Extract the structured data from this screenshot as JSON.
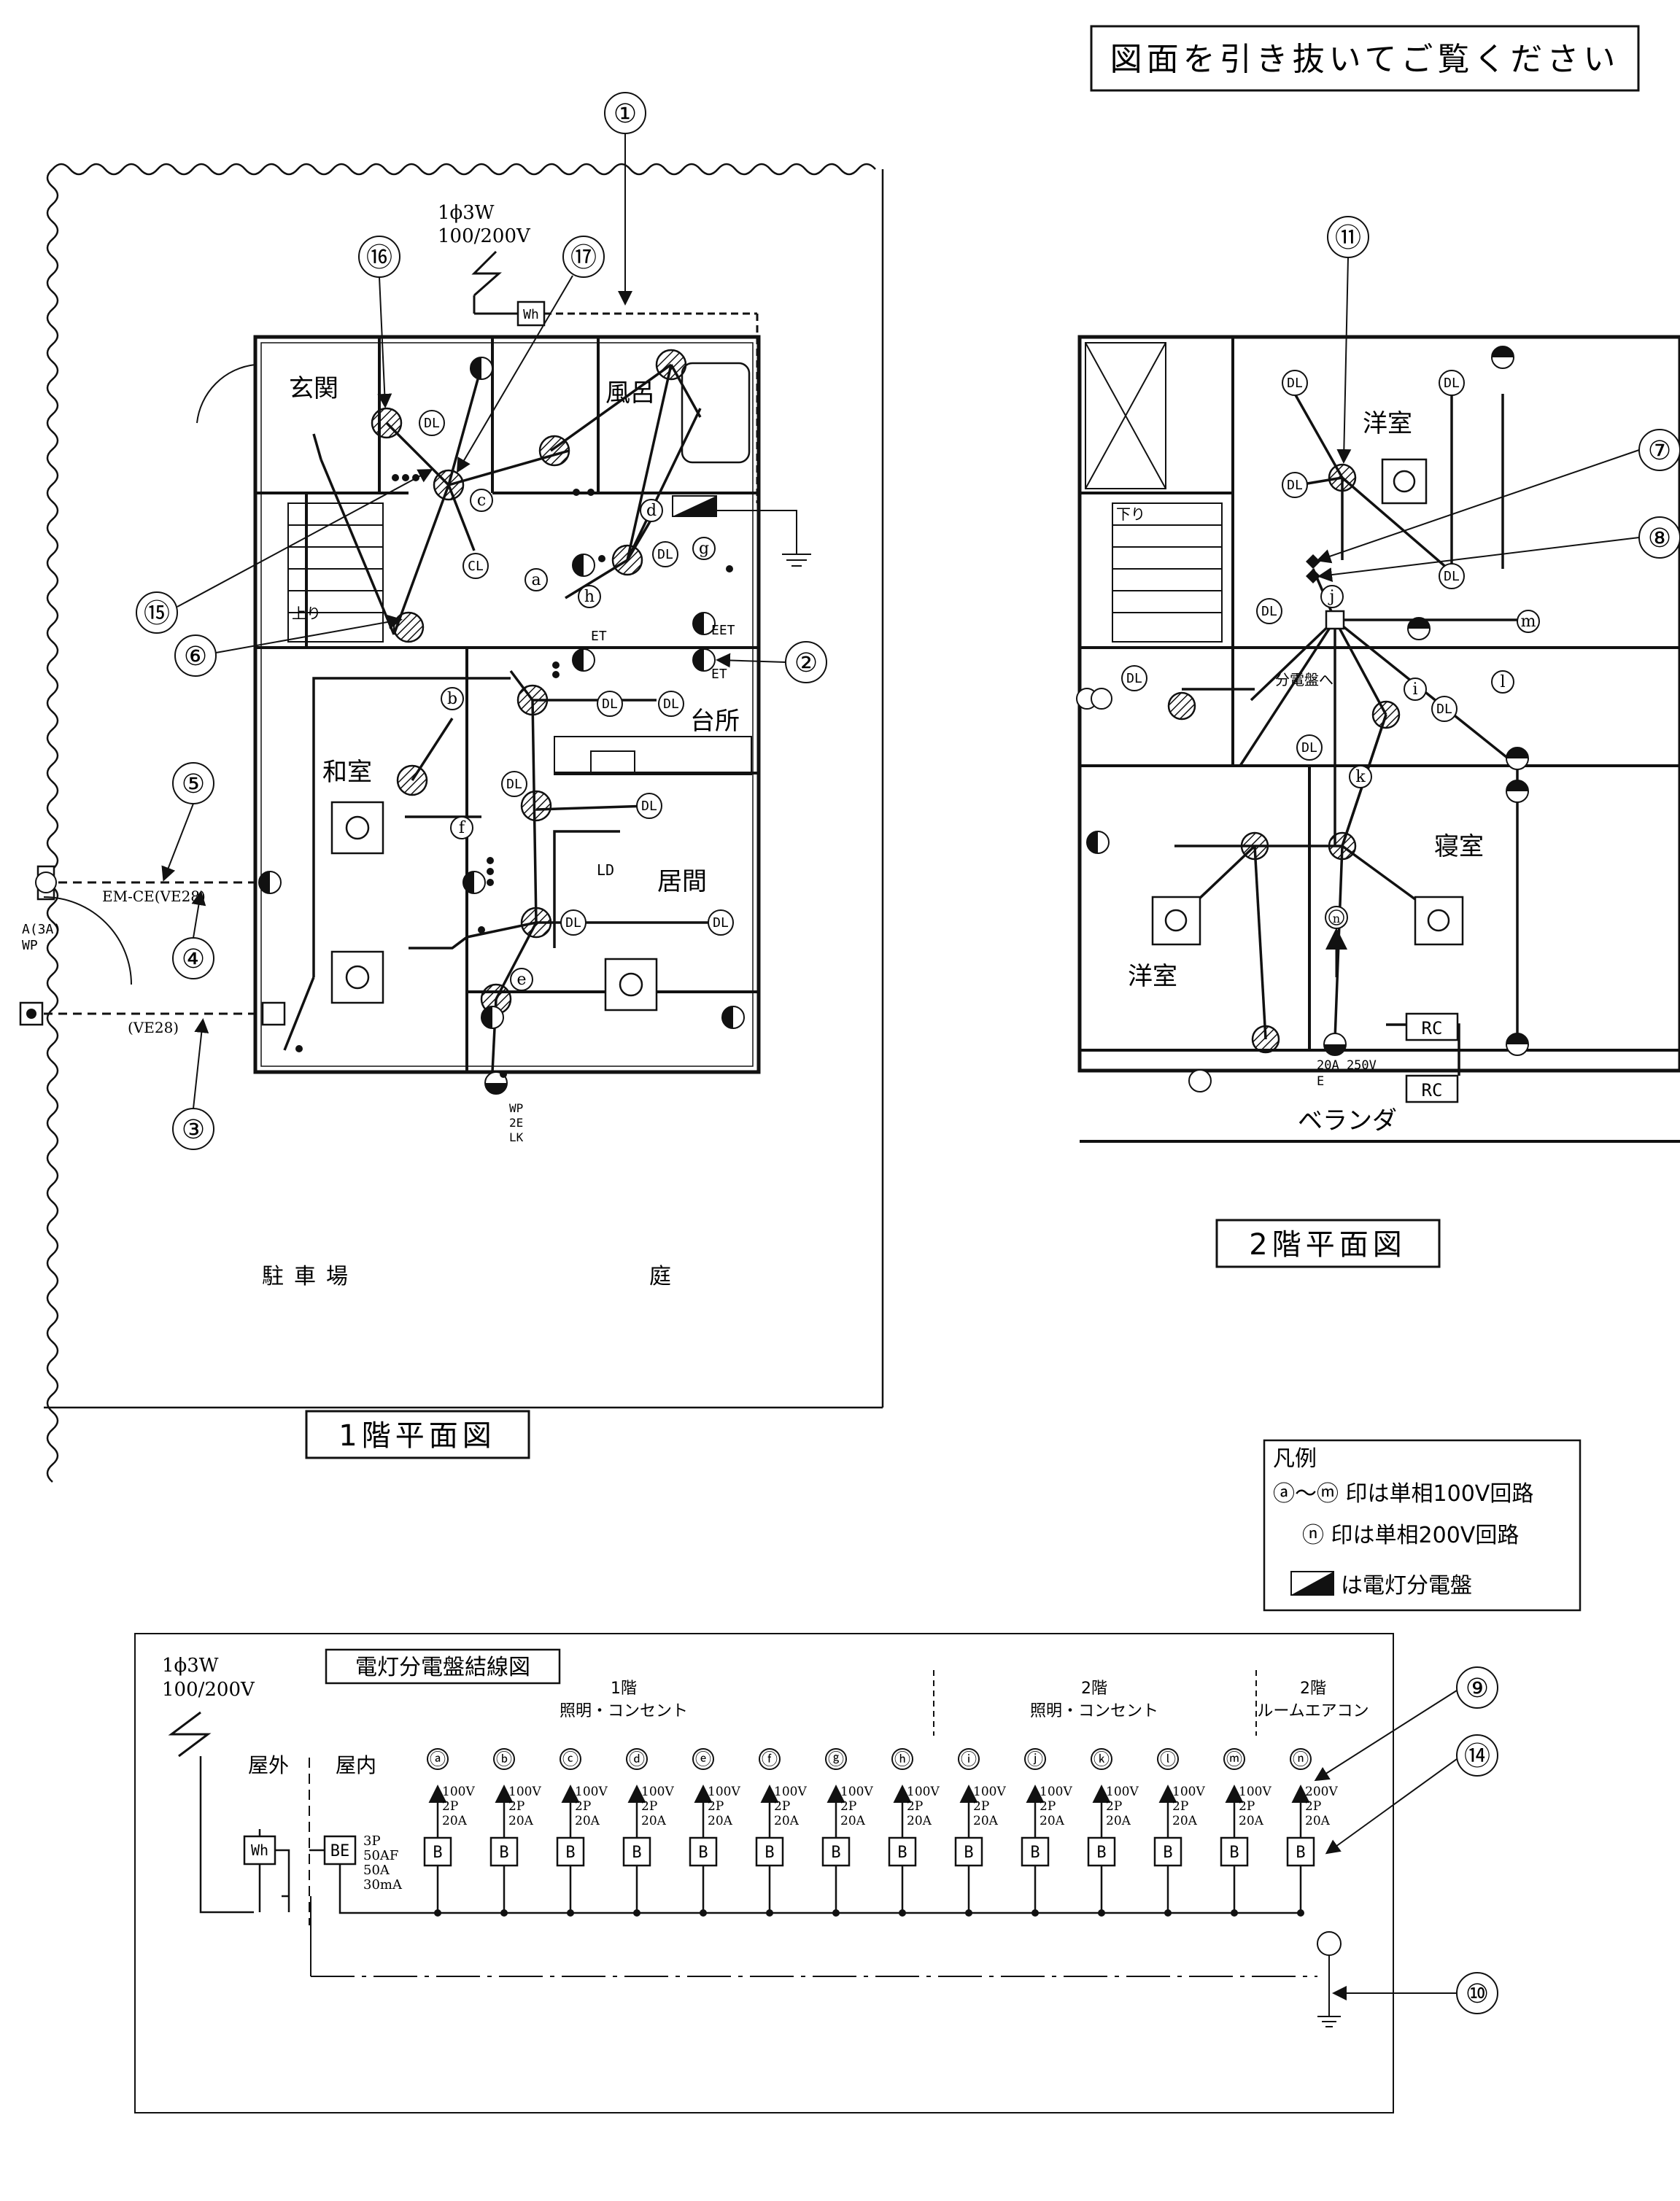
{
  "header": {
    "instruction": "図面を引き抜いてご覧ください"
  },
  "floor1": {
    "title": "1階平面図",
    "supply": {
      "phase": "1ϕ3W",
      "voltage": "100/200V"
    },
    "rooms": {
      "genkan": "玄関",
      "furo": "風呂",
      "washitsu": "和室",
      "daidokoro": "台所",
      "ima": "居間",
      "parking": "駐車場",
      "garden": "庭"
    },
    "wh": "Wh",
    "ld": "LD",
    "cable_em": "EM-CE(VE28)",
    "cable_ve": "(VE28)",
    "wp_label": "A(3A)",
    "wp2": "WP",
    "lk": [
      "WP",
      "2E",
      "LK"
    ],
    "et": "ET",
    "eet": "EET",
    "up": "上り"
  },
  "floor2": {
    "title": "2階平面図",
    "rooms": {
      "yoshitsu1": "洋室",
      "yoshitsu2": "洋室",
      "shinshitsu": "寝室",
      "veranda": "ベランダ"
    },
    "panel_label": "分電盤へ",
    "down": "下り",
    "rc": "RC",
    "outlet_200": [
      "20A 250V",
      "E"
    ]
  },
  "dl": "DL",
  "cl": "CL",
  "legend": {
    "title": "凡例",
    "line1": "ⓐ〜ⓜ 印は単相100V回路",
    "line2": "ⓝ 印は単相200V回路",
    "line3": "は電灯分電盤"
  },
  "callouts": [
    "①",
    "②",
    "③",
    "④",
    "⑤",
    "⑥",
    "⑦",
    "⑧",
    "⑨",
    "⑩",
    "⑪",
    "⑭",
    "⑮",
    "⑯",
    "⑰"
  ],
  "panel_diagram": {
    "title": "電灯分電盤結線図",
    "supply": {
      "phase": "1ϕ3W",
      "voltage": "100/200V"
    },
    "outdoor": "屋外",
    "indoor": "屋内",
    "wh": "Wh",
    "be": "BE",
    "be_spec": [
      "3P",
      "50AF",
      "50A",
      "30mA"
    ],
    "groups": [
      {
        "floor": "1階",
        "use": "照明・コンセント"
      },
      {
        "floor": "2階",
        "use": "照明・コンセント"
      },
      {
        "floor": "2階",
        "use": "ルームエアコン"
      }
    ],
    "breaker_label": "B",
    "circuits": [
      {
        "id": "ⓐ",
        "spec": [
          "100V",
          "2P",
          "20A"
        ]
      },
      {
        "id": "ⓑ",
        "spec": [
          "100V",
          "2P",
          "20A"
        ]
      },
      {
        "id": "ⓒ",
        "spec": [
          "100V",
          "2P",
          "20A"
        ]
      },
      {
        "id": "ⓓ",
        "spec": [
          "100V",
          "2P",
          "20A"
        ]
      },
      {
        "id": "ⓔ",
        "spec": [
          "100V",
          "2P",
          "20A"
        ]
      },
      {
        "id": "ⓕ",
        "spec": [
          "100V",
          "2P",
          "20A"
        ]
      },
      {
        "id": "ⓖ",
        "spec": [
          "100V",
          "2P",
          "20A"
        ]
      },
      {
        "id": "ⓗ",
        "spec": [
          "100V",
          "2P",
          "20A"
        ]
      },
      {
        "id": "ⓘ",
        "spec": [
          "100V",
          "2P",
          "20A"
        ]
      },
      {
        "id": "ⓙ",
        "spec": [
          "100V",
          "2P",
          "20A"
        ]
      },
      {
        "id": "ⓚ",
        "spec": [
          "100V",
          "2P",
          "20A"
        ]
      },
      {
        "id": "ⓛ",
        "spec": [
          "100V",
          "2P",
          "20A"
        ]
      },
      {
        "id": "ⓜ",
        "spec": [
          "100V",
          "2P",
          "20A"
        ]
      },
      {
        "id": "ⓝ",
        "spec": [
          "200V",
          "2P",
          "20A"
        ]
      }
    ]
  },
  "colors": {
    "ink": "#111111",
    "paper": "#ffffff"
  }
}
